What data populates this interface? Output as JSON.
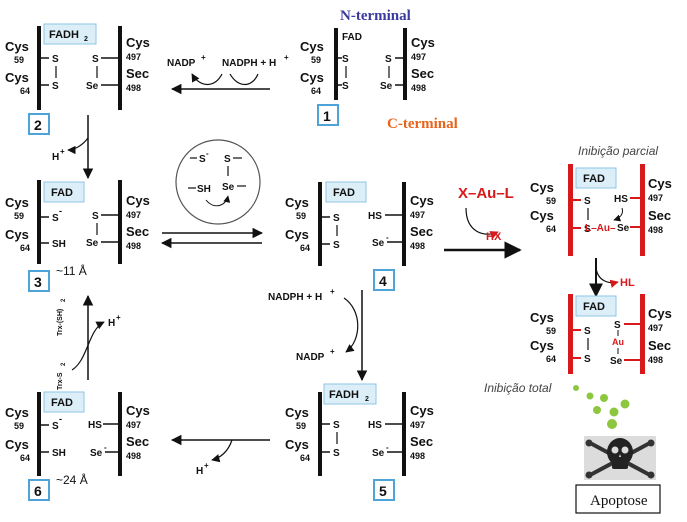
{
  "labels": {
    "n_terminal": "N-terminal",
    "c_terminal": "C-terminal",
    "inibicao_parcial": "Inibição parcial",
    "inibicao_total": "Inibição total",
    "apoptose": "Apoptose",
    "reagent": "X–Au–L",
    "hx": "HX",
    "hl": "HL",
    "dist_3": "~11 Å",
    "dist_6": "~24 Å",
    "nadp_plus": "NADP",
    "nadph": "NADPH + H",
    "h_plus": "H",
    "trx_sh2": "Trx-(SH)",
    "trx_s2": "Trx-S"
  },
  "residues": {
    "cys59": "Cys",
    "n59": "59",
    "cys64": "Cys",
    "n64": "64",
    "cys497": "Cys",
    "n497": "497",
    "sec": "Sec",
    "n498": "498"
  },
  "atoms": {
    "S": "S",
    "Se": "Se",
    "SH": "SH",
    "HS": "HS",
    "Au": "Au",
    "L_Au": "L–Au–"
  },
  "cofactors": {
    "fad": "FAD",
    "fadh2": "FADH"
  },
  "states": [
    "1",
    "2",
    "3",
    "4",
    "5",
    "6"
  ],
  "colors": {
    "accent_blue": "#3b3b9e",
    "accent_orange": "#e8641c",
    "red": "#d7191c",
    "box_blue": "#4ea3d9",
    "fad_fill": "#dceff9",
    "green": "#8dc63f"
  }
}
